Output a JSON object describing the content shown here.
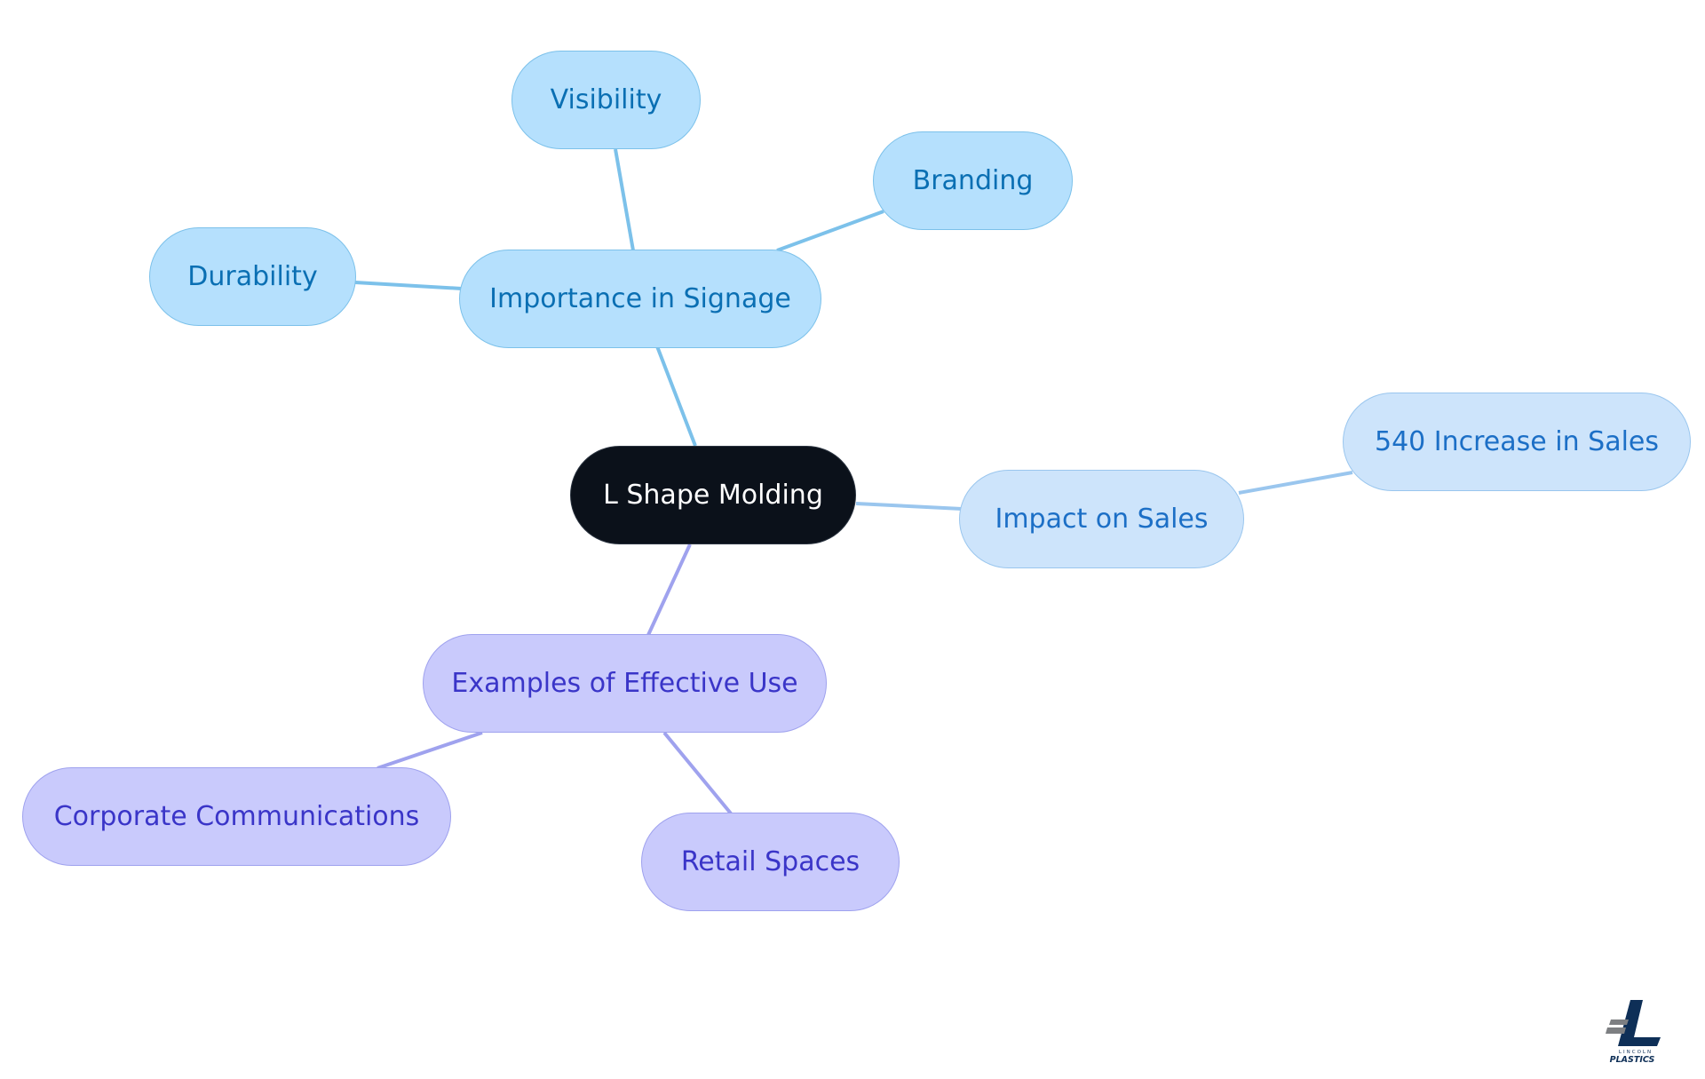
{
  "colors": {
    "root_fill": "#0b111a",
    "blue_fill": "#b5e0fd",
    "blue_border": "#7cc1ea",
    "blue_text": "#0a6fb3",
    "lightblue_fill": "#cde4fb",
    "lightblue_border": "#9ac6ee",
    "lightblue_text": "#1c6fc6",
    "purple_fill": "#c9cafc",
    "purple_border": "#9fa2ee",
    "purple_text": "#3a35c8",
    "logo_dark": "#0e2f57",
    "logo_grey": "#7d7f82"
  },
  "mindmap": {
    "root": {
      "label": "L Shape Molding"
    },
    "branches": [
      {
        "key": "signage",
        "label": "Importance in Signage",
        "children": [
          {
            "key": "visibility",
            "label": "Visibility"
          },
          {
            "key": "branding",
            "label": "Branding"
          },
          {
            "key": "durability",
            "label": "Durability"
          }
        ]
      },
      {
        "key": "sales",
        "label": "Impact on Sales",
        "children": [
          {
            "key": "sales540",
            "label": "540 Increase in Sales"
          }
        ]
      },
      {
        "key": "examples",
        "label": "Examples of Effective Use",
        "children": [
          {
            "key": "corporate",
            "label": "Corporate Communications"
          },
          {
            "key": "retail",
            "label": "Retail Spaces"
          }
        ]
      }
    ]
  },
  "logo": {
    "line1": "LINCOLN",
    "line2": "PLASTICS"
  }
}
